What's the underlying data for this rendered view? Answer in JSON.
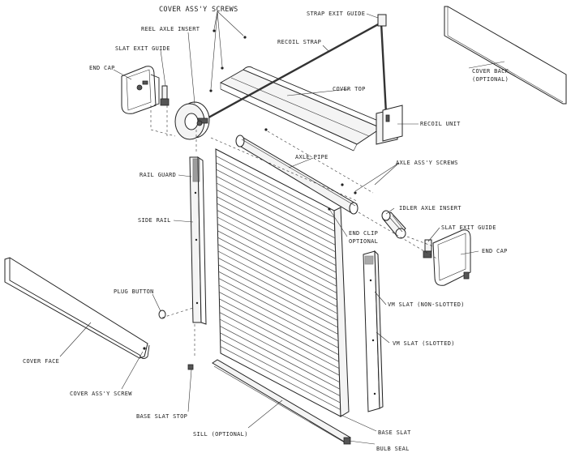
{
  "labels": {
    "cover_assy_screws_top": "COVER ASS'Y SCREWS",
    "reel_axle_insert": "REEL AXLE INSERT",
    "slat_exit_guide_left": "SLAT EXIT GUIDE",
    "end_cap_left": "END CAP",
    "strap_exit_guide": "STRAP EXIT GUIDE",
    "recoil_strap": "RECOIL STRAP",
    "cover_back": "COVER BACK",
    "cover_back_optional": "(OPTIONAL)",
    "cover_top": "COVER TOP",
    "recoil_unit": "RECOIL UNIT",
    "axle_pipe": "AXLE PIPE",
    "axle_assy_screws": "AXLE ASS'Y SCREWS",
    "rail_guard": "RAIL GUARD",
    "side_rail": "SIDE RAIL",
    "idler_axle_insert": "IDLER AXLE INSERT",
    "end_clip": "END CLIP",
    "end_clip_optional": "OPTIONAL",
    "slat_exit_guide_right": "SLAT EXIT GUIDE",
    "end_cap_right": "END CAP",
    "plug_button": "PLUG BUTTON",
    "vm_slat_non_slotted": "VM SLAT (NON-SLOTTED)",
    "vm_slat_slotted": "VM SLAT (SLOTTED)",
    "cover_face": "COVER FACE",
    "cover_assy_screw": "COVER ASS'Y SCREW",
    "base_slat_stop": "BASE SLAT STOP",
    "sill_optional": "SILL (OPTIONAL)",
    "base_slat": "BASE SLAT",
    "bulb_seal": "BULB SEAL"
  },
  "colors": {
    "ink": "#222222",
    "paper": "#ffffff"
  }
}
